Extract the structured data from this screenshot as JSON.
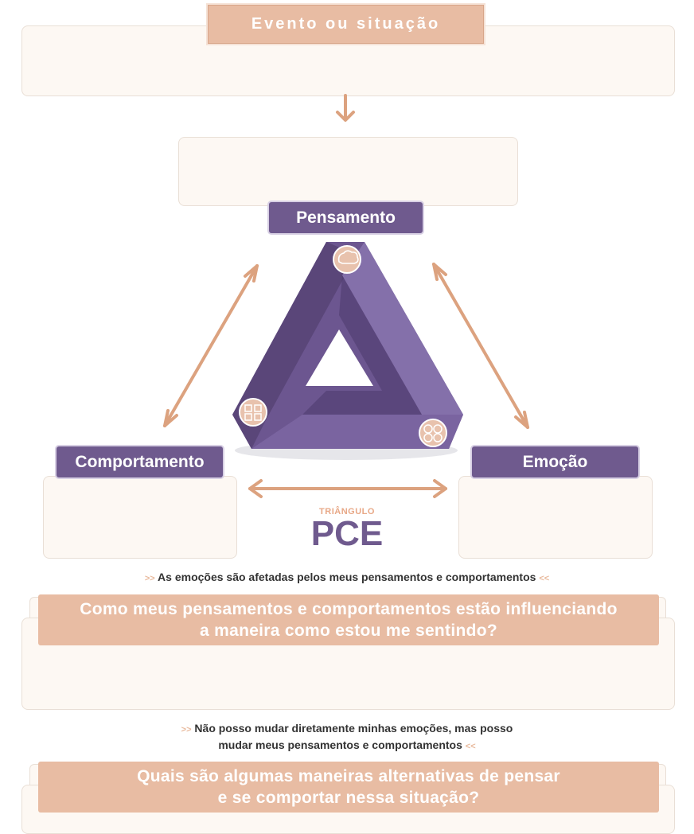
{
  "event_box": {
    "label": "Evento ou situação"
  },
  "triangle": {
    "thought_label": "Pensamento",
    "behavior_label": "Comportamento",
    "emotion_label": "Emoção",
    "title_small": "TRIÂNGULO",
    "title_big": "PCE"
  },
  "note1": {
    "open": ">>",
    "text": "As emoções são afetadas pelos meus pensamentos e comportamentos",
    "close": "<<"
  },
  "question1": {
    "line1": "Como meus pensamentos e comportamentos estão influenciando",
    "line2": "a maneira como estou me sentindo?"
  },
  "note2": {
    "open": ">>",
    "line1": "Não posso mudar diretamente minhas emoções, mas posso",
    "line2": "mudar meus pensamentos e comportamentos",
    "close": "<<"
  },
  "question2": {
    "line1": "Quais são algumas maneiras alternativas de pensar",
    "line2": "e se comportar nessa situação?"
  },
  "colors": {
    "peach": "#e8bca3",
    "arrow": "#dca27f",
    "purple": "#6f5a8e",
    "box_bg": "#fdf8f3"
  },
  "icons": [
    "brain-icon",
    "steps-icon",
    "faces-icon"
  ]
}
